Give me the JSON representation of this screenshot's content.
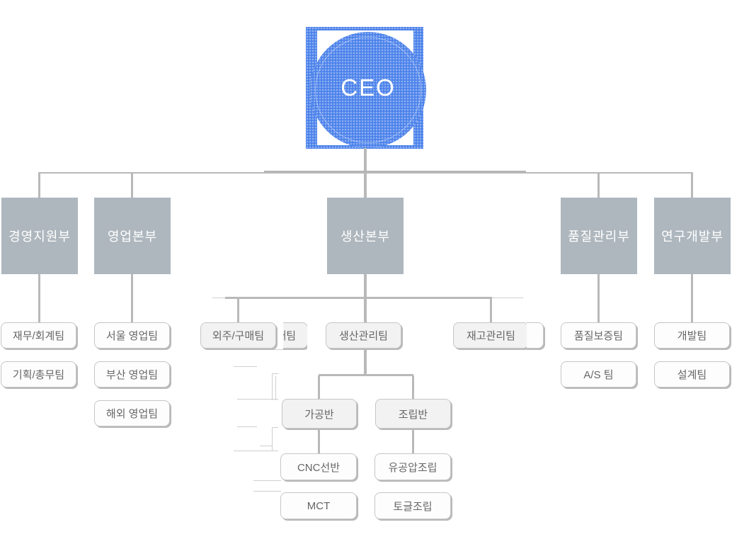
{
  "ceo": {
    "label": "CEO"
  },
  "departments": [
    {
      "label": "경영지원부",
      "teams": [
        "재무/회계팀",
        "기획/총무팀"
      ]
    },
    {
      "label": "영업본부",
      "teams": [
        "서울 영업팀",
        "부산 영업팀",
        "해외 영업팀"
      ]
    },
    {
      "label": "생산본부",
      "teams": [
        "외주/구매팀",
        "생산관리팀",
        "재고관리팀"
      ]
    },
    {
      "label": "품질관리부",
      "teams": [
        "품질보증팀",
        "A/S 팀"
      ]
    },
    {
      "label": "연구개발부",
      "teams": [
        "개발팀",
        "설계팀"
      ]
    }
  ],
  "production_sub": {
    "groups": [
      {
        "label": "가공반",
        "children": [
          "CNC선반",
          "MCT"
        ]
      },
      {
        "label": "조립반",
        "children": [
          "유공압조립",
          "토글조립"
        ]
      }
    ]
  },
  "fragments": {
    "clipped_left_label": "외주/구매팀",
    "clipped_right_label": ""
  },
  "colors": {
    "accent_blue": "#4a81ea",
    "dept_gray": "#aeb7be",
    "line_gray": "#b9b9b9",
    "box_border": "#c6c6c6",
    "shaded_box_bg": "#f2f2f2",
    "box_text": "#666666"
  }
}
